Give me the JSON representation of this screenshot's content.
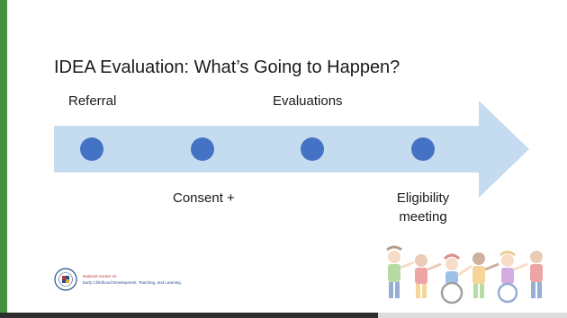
{
  "slide": {
    "title": "IDEA Evaluation: What’s Going to Happen?"
  },
  "timeline": {
    "top_labels": [
      "Referral",
      "Evaluations"
    ],
    "bottom_labels": [
      "Consent +",
      "Eligibility meeting"
    ],
    "bottom_label_lines": [
      [
        "Consent +"
      ],
      [
        "Eligibility",
        "meeting"
      ]
    ],
    "milestone_count": 4,
    "arrow_color": "#c5dcf0",
    "dot_color": "#4472c4"
  },
  "footer": {
    "logo_line1": "National Center on",
    "logo_line2": "Early Childhood Development, Teaching, and Learning",
    "accent_color": "#46913f"
  }
}
